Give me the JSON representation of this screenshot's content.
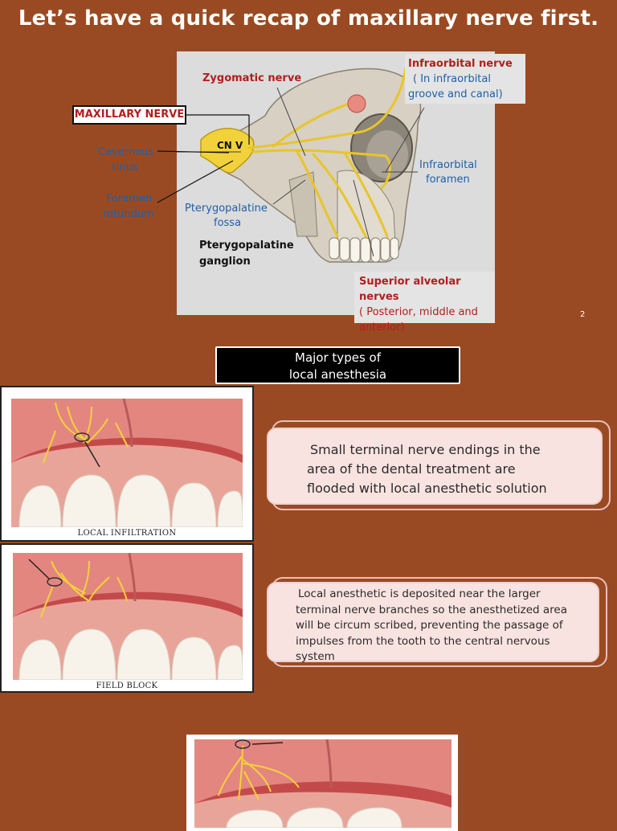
{
  "title": "Let’s have a quick recap of maxillary nerve first.",
  "diagram": {
    "zygomatic_nerve": "Zygomatic nerve",
    "maxillary_nerve": "MAXILLARY NERVE",
    "cn_v": "CN V",
    "cavernous_sinus_1": "Cavernous",
    "cavernous_sinus_2": "sinus",
    "foramen_rotundum_1": "Foramen",
    "foramen_rotundum_2": "rotundum",
    "pterygopalatine_fossa_1": "Pterygopalatine",
    "pterygopalatine_fossa_2": "fossa",
    "pterygopalatine_ganglion_1": "Pterygopalatine",
    "pterygopalatine_ganglion_2": "ganglion",
    "infraorbital_nerve": "Infraorbital nerve",
    "infraorbital_detail_1": "( In infraorbital",
    "infraorbital_detail_2": "groove and canal)",
    "infraorbital_foramen_1": "Infraorbital",
    "infraorbital_foramen_2": "foramen",
    "superior_alveolar": "Superior alveolar nerves",
    "superior_alveolar_detail_1": "( Posterior, middle and",
    "superior_alveolar_detail_2": "anterior)",
    "page_number": "2"
  },
  "types_heading_1": "Major types of",
  "types_heading_2": "local anesthesia",
  "photos": {
    "infiltration_caption": "LOCAL INFILTRATION",
    "field_block_caption": "FIELD BLOCK"
  },
  "cards": {
    "infiltration_line_1": "Small terminal nerve endings in the",
    "infiltration_line_2": "area of the dental treatment are",
    "infiltration_line_3": "flooded with local anesthetic solution",
    "field_line_1": "Local anesthetic is deposited near the larger",
    "field_line_2": "terminal nerve branches so the anesthetized area",
    "field_line_3": "will be circum scribed, preventing the passage of",
    "field_line_4": "impulses from the tooth to the central nervous",
    "field_line_5": "system"
  },
  "colors": {
    "background": "#9a4a22",
    "label_red": "#b21e1e",
    "label_blue": "#1f5fa8",
    "card_fill": "#f9e3e0",
    "nerve_yellow": "#f2d23a"
  }
}
